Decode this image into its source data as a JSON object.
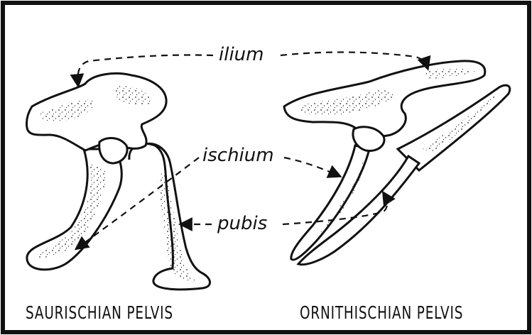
{
  "labels": {
    "ilium": "ilium",
    "ischium": "ischium",
    "pubis": "pubis"
  },
  "captions": {
    "left": "SAURISCHIAN PELVIS",
    "right": "ORNITHISCHIAN PELVIS"
  },
  "colors": {
    "ink": "#111111",
    "paper": "#ffffff"
  }
}
